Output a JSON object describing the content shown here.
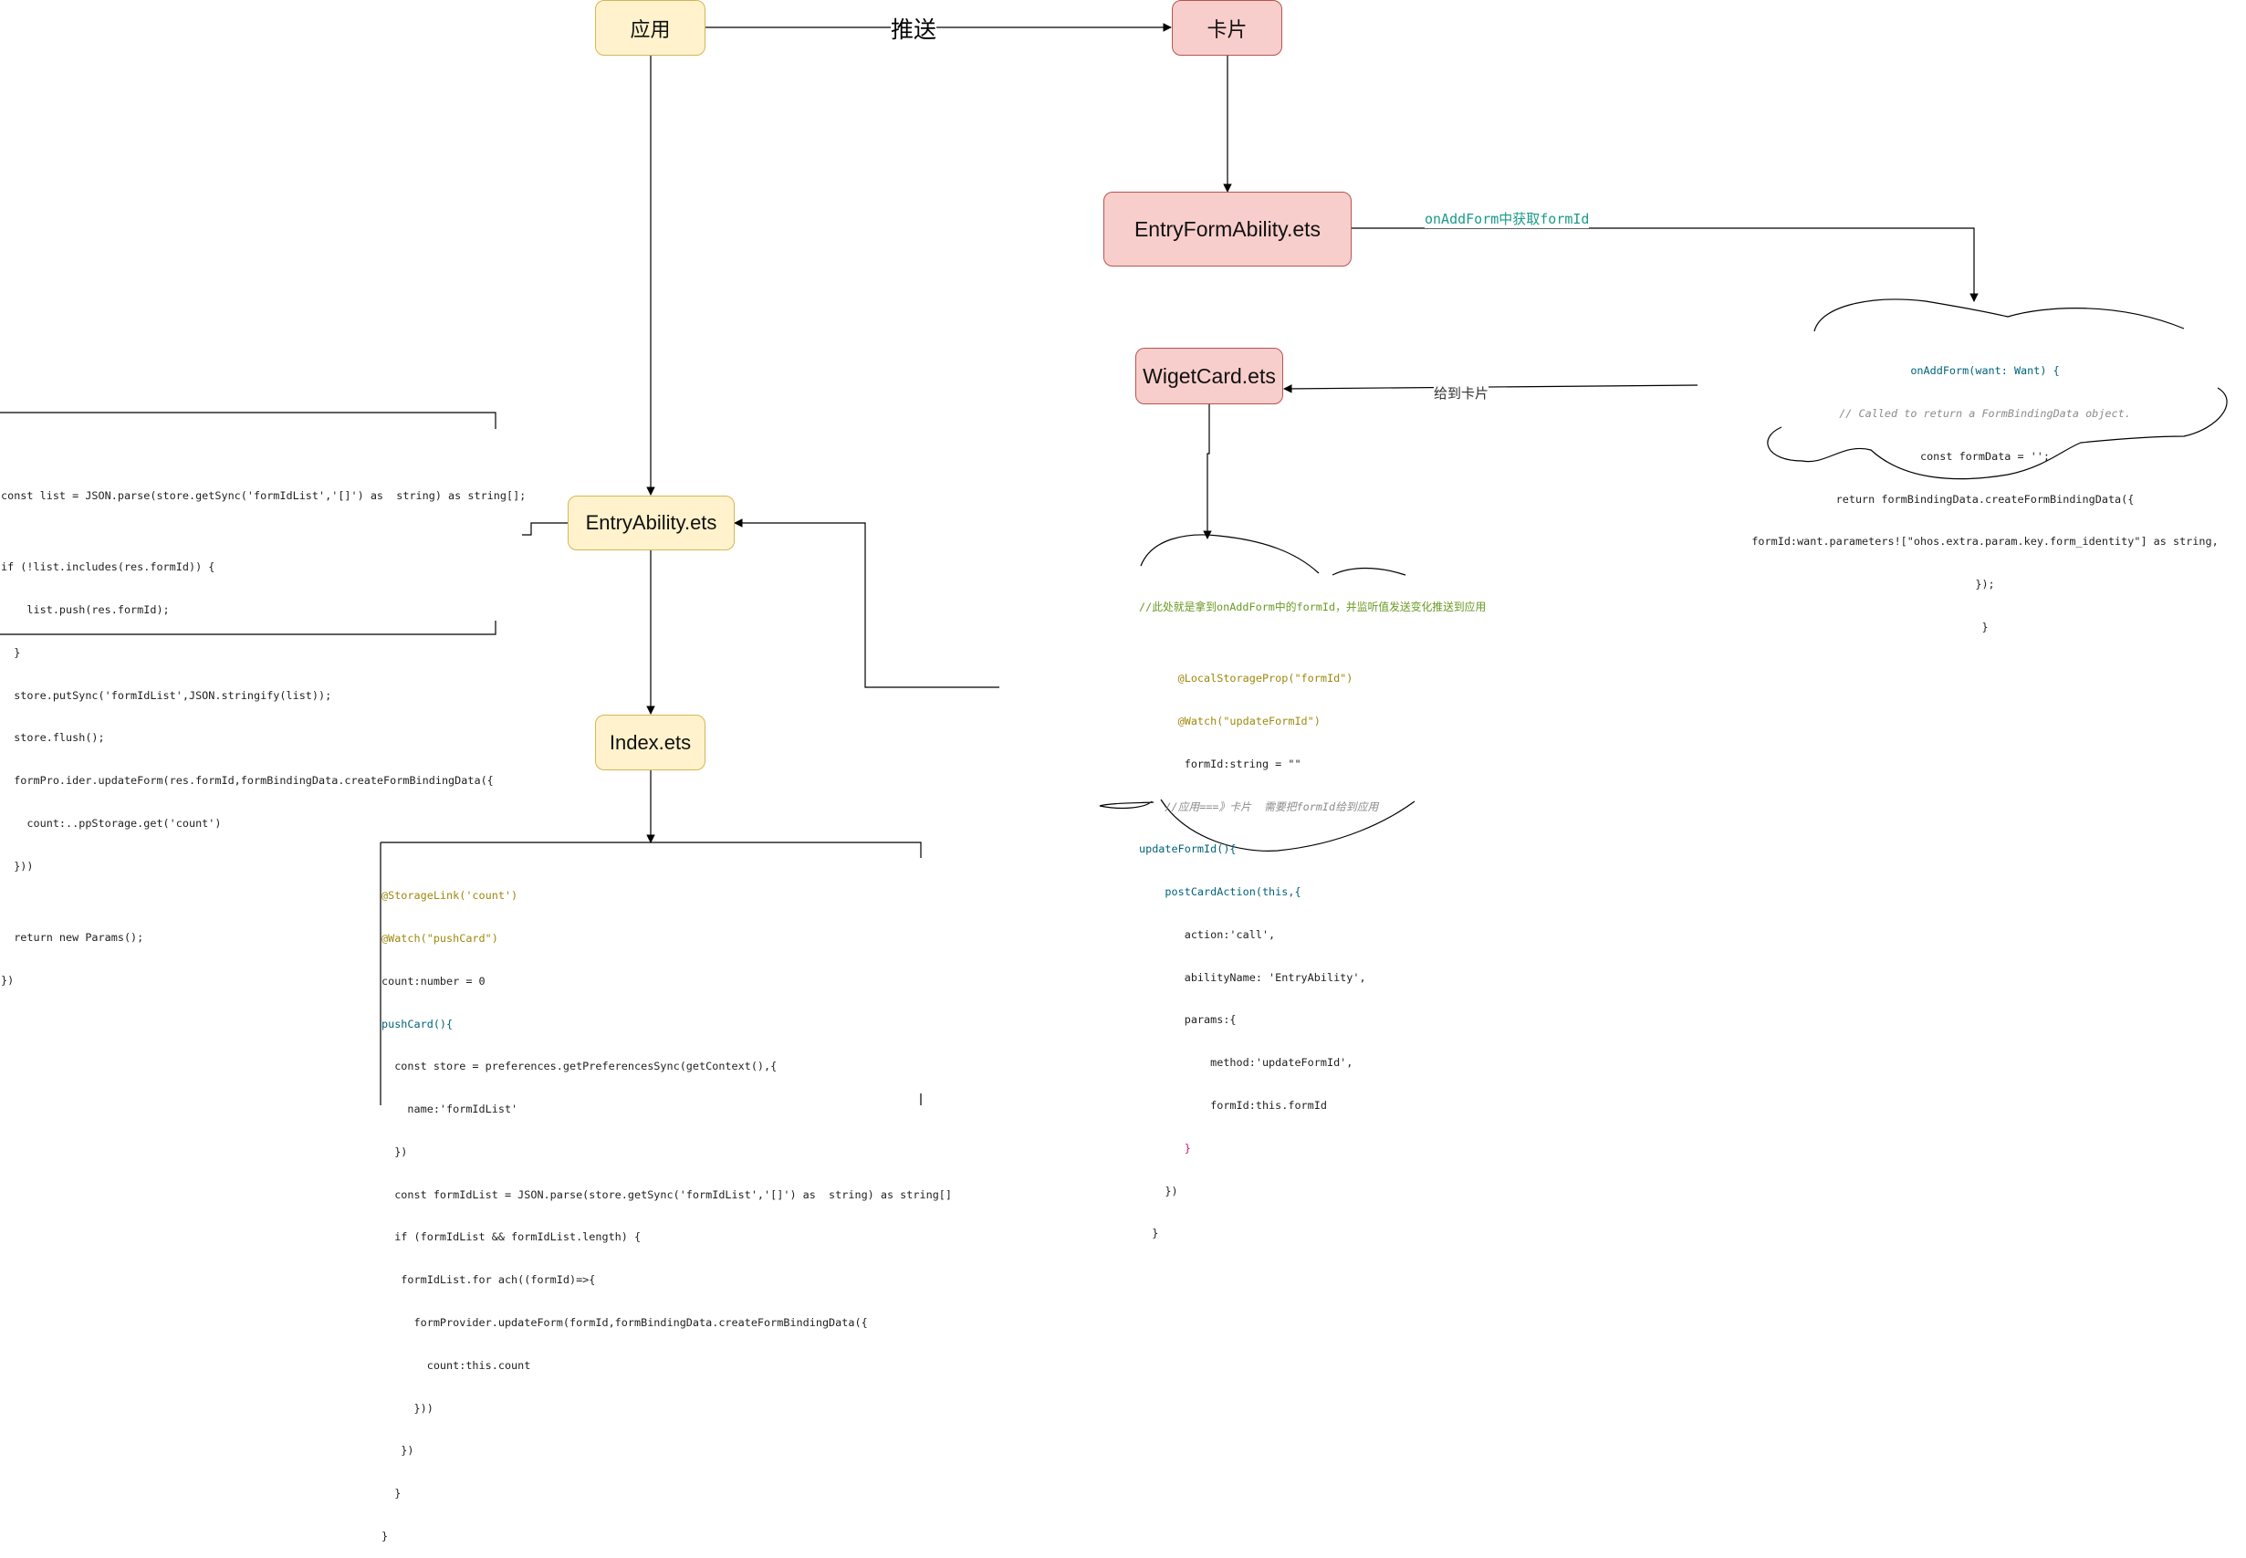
{
  "nodes": {
    "app": "应用",
    "card": "卡片",
    "entry_form_ability": "EntryFormAbility.ets",
    "wiget_card": "WigetCard.ets",
    "entry_ability": "EntryAbility.ets",
    "index": "Index.ets"
  },
  "edge_labels": {
    "push": "推送",
    "on_add_form": "onAddForm中获取formId",
    "give_card": "给到卡片"
  },
  "code_blocks": {
    "entry_ability_code": [
      "",
      "const list = JSON.parse(store.getSync('formIdList','[]') as  string) as string[];",
      "",
      "if (!list.includes(res.formId)) {",
      "    list.push(res.formId);",
      "  }",
      "  store.putSync('formIdList',JSON.stringify(list));",
      "  store.flush();",
      "  formPro.ider.updateForm(res.formId,formBindingData.createFormBindingData({",
      "    count:..ppStorage.get('count')",
      "  }))",
      "",
      "  return new Params();",
      "})"
    ],
    "index_code": [
      "@StorageLink('count')",
      "@Watch(\"pushCard\")",
      "count:number = 0",
      "pushCard(){",
      "  const store = preferences.getPreferencesSync(getContext(),{",
      "    name:'formIdList'",
      "  })",
      "  const formIdList = JSON.parse(store.getSync('formIdList','[]') as  string) as string[]",
      "  if (formIdList && formIdList.length) {",
      "   formIdList.for ach((formId)=>{",
      "     formProvider.updateForm(formId,formBindingData.createFormBindingData({",
      "       count:this.count",
      "     }))",
      "   })",
      "  }",
      "}"
    ],
    "on_add_form_code": [
      "onAddForm(want: Want) {",
      "// Called to return a FormBindingData object.",
      "const formData = '';",
      "return formBindingData.createFormBindingData({",
      "formId:want.parameters![\"ohos.extra.param.key.form_identity\"] as string,",
      "});",
      "}"
    ],
    "wiget_card_code": [
      "//此处就是拿到onAddForm中的formId，并监听值发送变化推送到应用",
      "",
      "      @LocalStorageProp(\"formId\")",
      "      @Watch(\"updateFormId\")",
      "       formId:string = \"\"",
      "    //应用===》卡片  需要把formId给到应用",
      "updateFormId(){",
      "    postCardAction(this,{",
      "       action:'call',",
      "       abilityName: 'EntryAbility',",
      "       params:{",
      "           method:'updateFormId',",
      "           formId:this.formId",
      "       }",
      "    })",
      "  }"
    ]
  },
  "colors": {
    "yellow_fill": "#fff2cc",
    "yellow_border": "#d6b656",
    "red_fill": "#f8cecc",
    "red_border": "#b85450",
    "teal_label": "#1a9a8a"
  }
}
